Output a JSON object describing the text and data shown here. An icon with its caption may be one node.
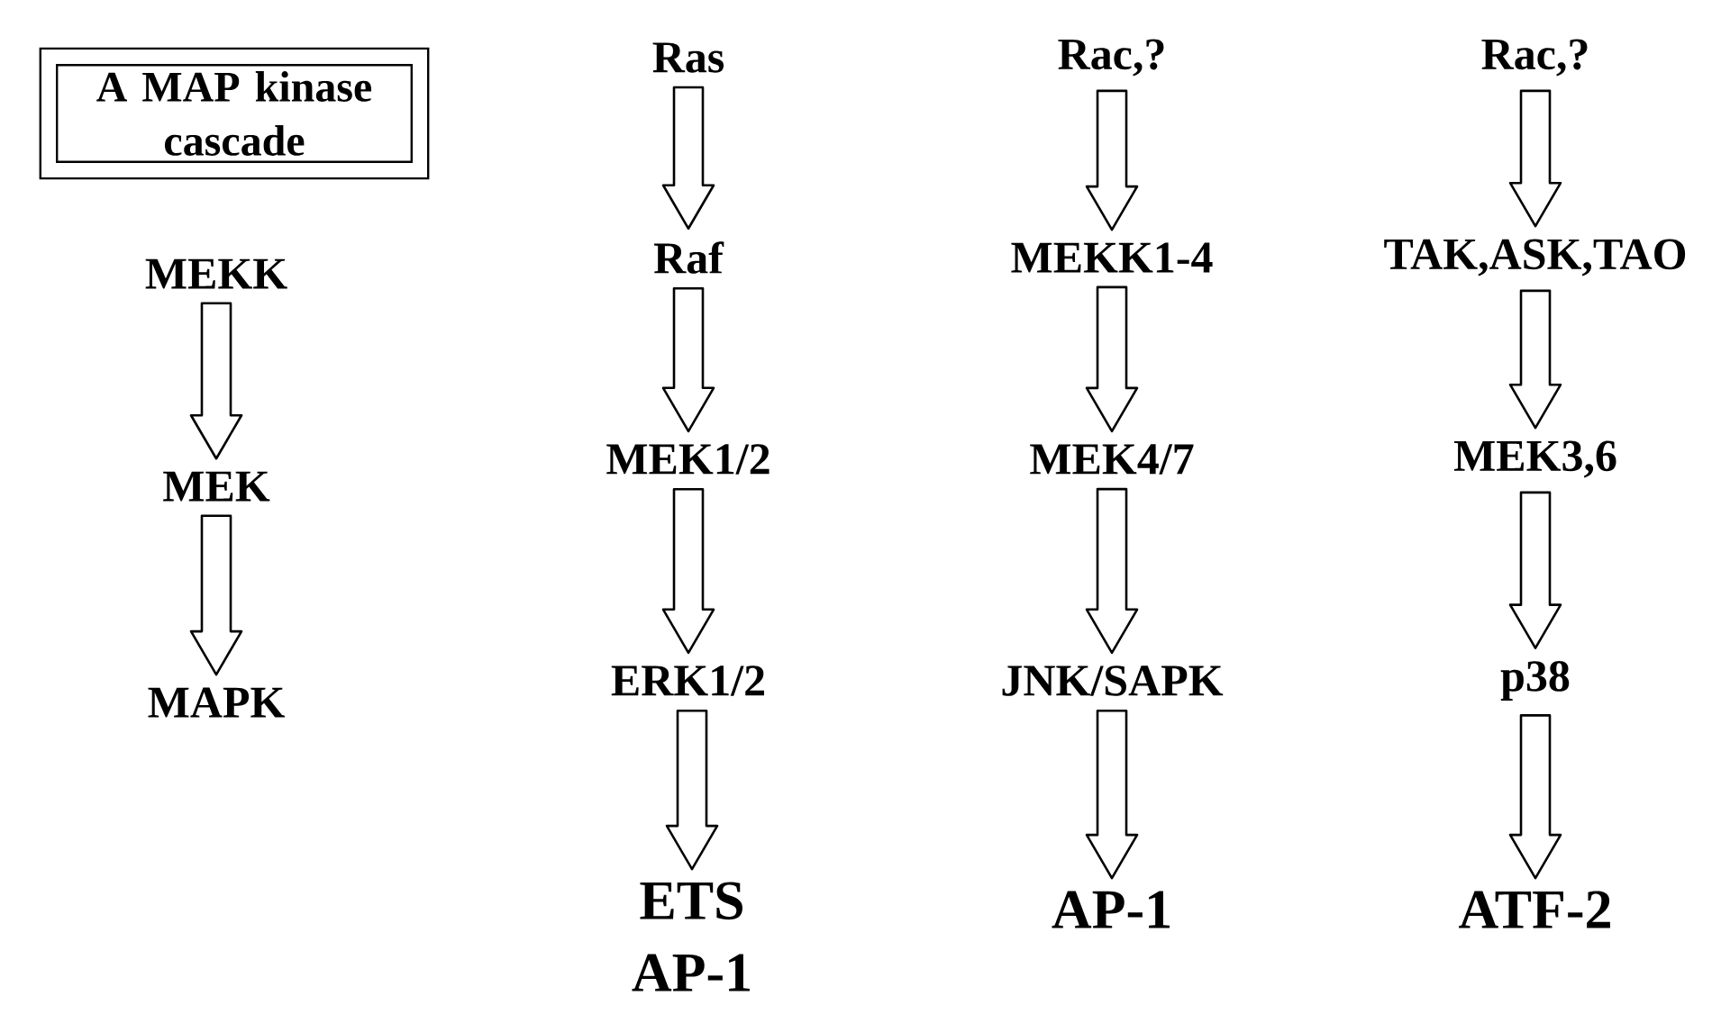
{
  "diagram": {
    "nodes": [
      {
        "text": [
          "A MAP kinase cascade"
        ]
      },
      {
        "text": [
          "MEKK"
        ]
      },
      {
        "text": [
          "MEK"
        ]
      },
      {
        "text": [
          "MAPK"
        ]
      },
      {
        "text": [
          "Ras"
        ]
      },
      {
        "text": [
          "Raf"
        ]
      },
      {
        "text": [
          "MEK1/2"
        ]
      },
      {
        "text": [
          "ERK1/2"
        ]
      },
      {
        "text": [
          "ETS AP-1"
        ]
      },
      {
        "text": [
          "Rac,?"
        ]
      },
      {
        "text": [
          "MEKK1-4"
        ]
      },
      {
        "text": [
          "MEK4/7"
        ]
      },
      {
        "text": [
          "JNK/SAPK"
        ]
      },
      {
        "text": [
          "AP-1"
        ]
      },
      {
        "text": [
          "Rac,?"
        ]
      },
      {
        "text": [
          "TAK,ASK,TAO"
        ]
      },
      {
        "text": [
          "MEK3,6"
        ]
      },
      {
        "text": [
          "p38"
        ]
      },
      {
        "text": [
          "ATF-2"
        ]
      }
    ],
    "edges": [
      {
        "from": 1,
        "to": 2,
        "arrow": "to"
      },
      {
        "from": 2,
        "to": 3,
        "arrow": "to"
      },
      {
        "from": 4,
        "to": 5,
        "arrow": "to"
      },
      {
        "from": 5,
        "to": 6,
        "arrow": "to"
      },
      {
        "from": 6,
        "to": 7,
        "arrow": "to"
      },
      {
        "from": 7,
        "to": 8,
        "arrow": "to"
      },
      {
        "from": 9,
        "to": 10,
        "arrow": "to"
      },
      {
        "from": 10,
        "to": 11,
        "arrow": "to"
      },
      {
        "from": 11,
        "to": 12,
        "arrow": "to"
      },
      {
        "from": 12,
        "to": 13,
        "arrow": "to"
      },
      {
        "from": 14,
        "to": 15,
        "arrow": "to"
      },
      {
        "from": 15,
        "to": 16,
        "arrow": "to"
      },
      {
        "from": 16,
        "to": 17,
        "arrow": "to"
      },
      {
        "from": 17,
        "to": 18,
        "arrow": "to"
      }
    ]
  }
}
